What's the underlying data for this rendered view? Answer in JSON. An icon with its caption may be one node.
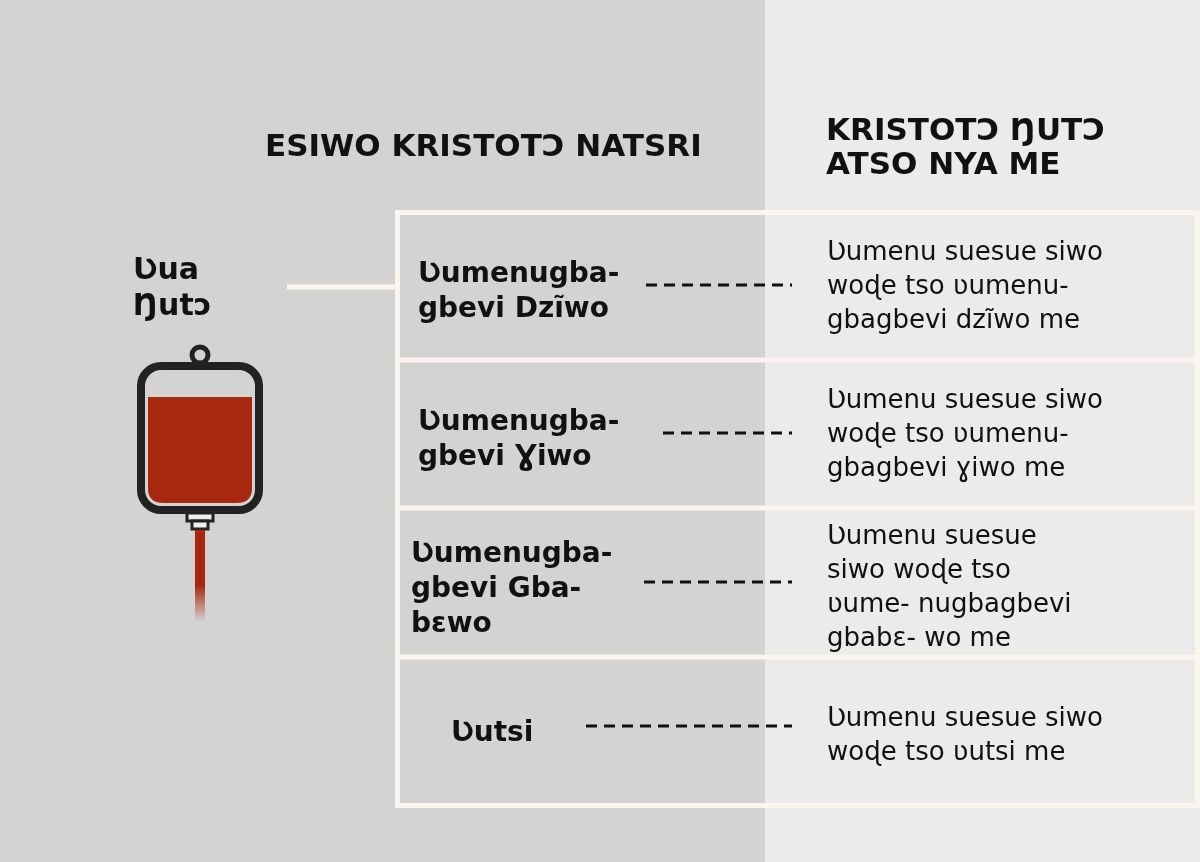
{
  "diagram": {
    "nodes": [
      {
        "text": [
          "Ʋua Ŋutɔ"
        ]
      },
      {
        "text": [],
        "shape": "box"
      },
      {
        "text": [
          "Ʋumenugba- gbevi Dzĩwo"
        ],
        "in": 1
      },
      {
        "text": [
          "Ʋumenugba- gbevi Ɣiwo"
        ],
        "in": 1
      },
      {
        "text": [
          "Ʋumenugba- gbevi Gba- bɛwo"
        ],
        "in": 1
      },
      {
        "text": [
          "Ʋutsi"
        ],
        "in": 1
      },
      {
        "text": [
          "Ʋumenu suesue siwo woɖe tso ʋumenu- gbagbevi dzĩwo me"
        ],
        "in": 1
      },
      {
        "text": [
          "Ʋumenu suesue siwo woɖe tso ʋumenu- gbagbevi ɣiwo me"
        ],
        "in": 1
      },
      {
        "text": [
          "Ʋumenu suesue siwo woɖe tso ʋume- nugbagbevi gbabɛ- wo me"
        ],
        "in": 1
      },
      {
        "text": [
          "Ʋumenu suesue siwo woɖe tso ʋutsi me"
        ],
        "in": 1
      }
    ],
    "edges": [
      {
        "from": 0,
        "to": 1,
        "arrow": "none",
        "color": "#faf6ee"
      },
      {
        "from": 2,
        "to": 6,
        "arrow": "none",
        "style": "dashed"
      },
      {
        "from": 3,
        "to": 7,
        "arrow": "none",
        "style": "dashed"
      },
      {
        "from": 4,
        "to": 8,
        "arrow": "none",
        "style": "dashed"
      },
      {
        "from": 5,
        "to": 9,
        "arrow": "none",
        "style": "dashed"
      }
    ],
    "labels": [
      "ESIWO KRISTOTƆ NATSRI",
      "KRISTOTƆ ŊUTƆ ATSO NYA ME"
    ]
  }
}
